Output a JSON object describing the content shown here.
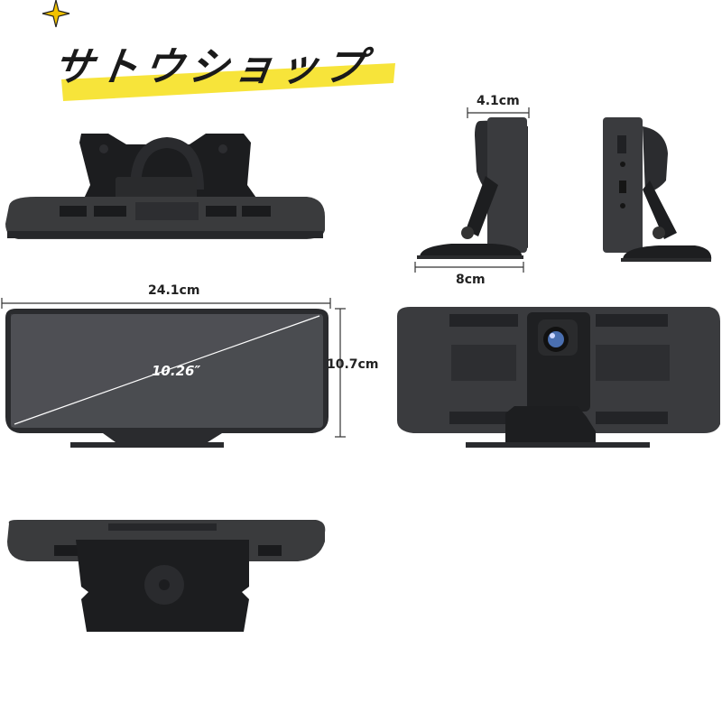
{
  "brand": {
    "name": "サトウショップ",
    "highlight_color": "#f7e43a",
    "sparkle_color": "#f2c200"
  },
  "dimensions": {
    "depth": "4.1cm",
    "base": "8cm",
    "width": "24.1cm",
    "height": "10.7cm",
    "diagonal": "10.26″"
  },
  "colors": {
    "device_body": "#3a3b3d",
    "device_dark": "#1c1d1f",
    "screen": "#4a4c50"
  }
}
